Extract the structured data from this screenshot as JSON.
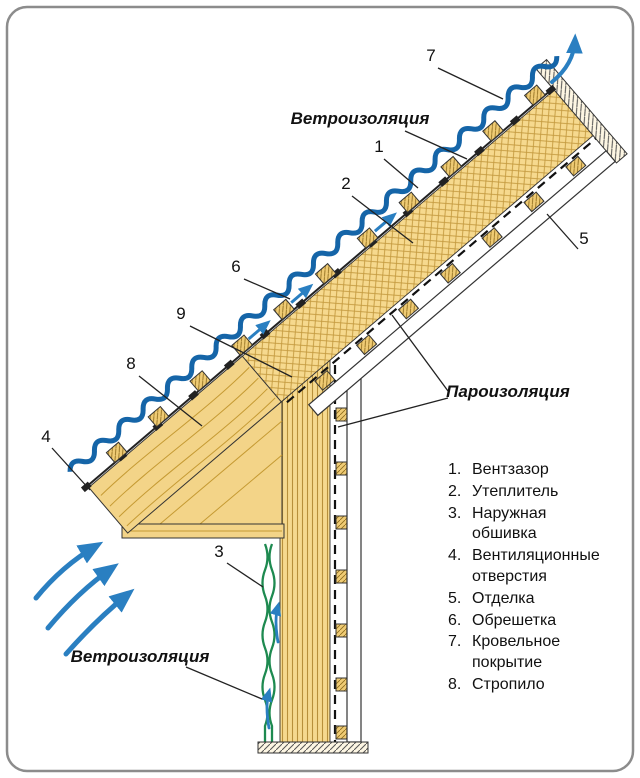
{
  "diagram": {
    "labels": {
      "wind_top": "Ветроизоляция",
      "wind_bottom": "Ветроизоляция",
      "vapor": "Пароизоляция"
    },
    "callouts": [
      {
        "label": "7"
      },
      {
        "label": "1"
      },
      {
        "label": "2"
      },
      {
        "label": "5"
      },
      {
        "label": "6"
      },
      {
        "label": "9"
      },
      {
        "label": "8"
      },
      {
        "label": "4"
      },
      {
        "label": "3"
      }
    ],
    "legend": {
      "items": [
        {
          "num": "1.",
          "text": "Вентзазор"
        },
        {
          "num": "2.",
          "text": "Утеплитель"
        },
        {
          "num": "3.",
          "text": "Наружная обшивка"
        },
        {
          "num": "4.",
          "text": "Вентиляционные отверстия"
        },
        {
          "num": "5.",
          "text": "Отделка"
        },
        {
          "num": "6.",
          "text": "Обрешетка"
        },
        {
          "num": "7.",
          "text": "Кровельное покрытие"
        },
        {
          "num": "8.",
          "text": "Стропило"
        }
      ]
    },
    "colors": {
      "roofing_blue": "#1565a8",
      "airflow_blue": "#2a7fc1",
      "insulation_fill": "#f6d98e",
      "insulation_hatch": "#c49a3f",
      "wood_fill": "#f3d488",
      "wood_hatch": "#8d6b1c",
      "siding_green": "#1e8a50",
      "outline_black": "#222222",
      "border_gray": "#8c8c8c"
    }
  }
}
